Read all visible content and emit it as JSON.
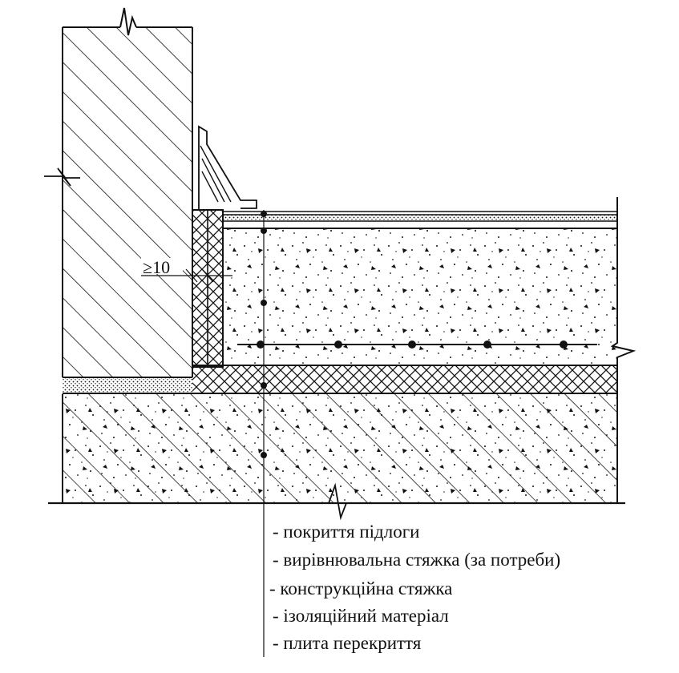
{
  "dimension": {
    "min_gap": "≥10"
  },
  "legend": {
    "items": [
      "- покриття підлоги",
      "- вирівнювальна стяжка (за потреби)",
      "- конструкційна стяжка",
      "- ізоляційний матеріал",
      "- плита перекриття"
    ]
  }
}
